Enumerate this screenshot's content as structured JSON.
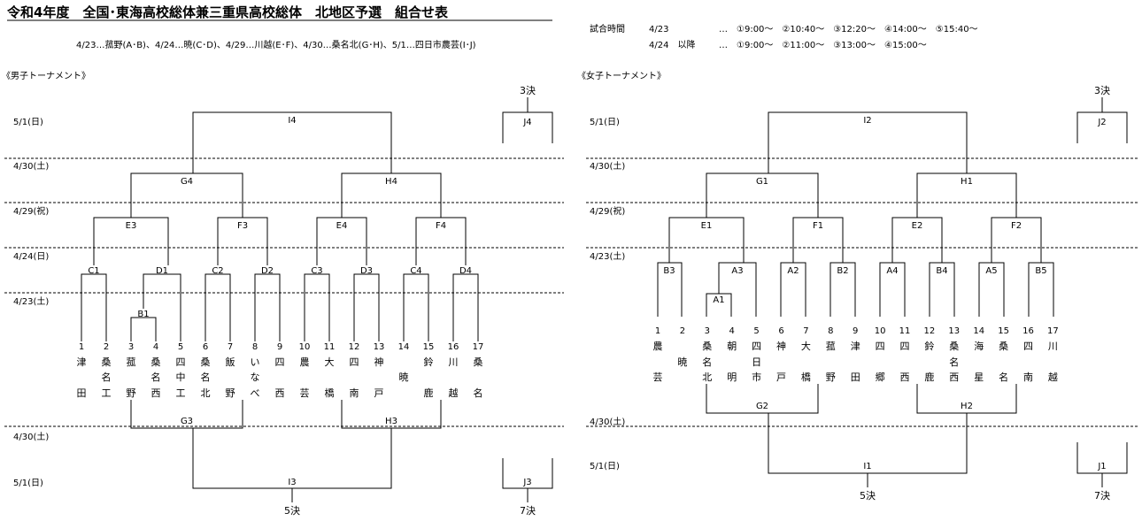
{
  "title": "令和4年度　全国･東海高校総体兼三重県高校総体　北地区予選　組合せ表",
  "schedule_line": "4/23…菰野(A･B)、4/24…暁(C･D)、4/29…川越(E･F)、4/30…桑名北(G･H)、5/1…四日市農芸(I･J)",
  "match_time": {
    "label": "試合時間",
    "rows": [
      {
        "date": "4/23",
        "times": "…　①9:00～　②10:40～　③12:20～　④14:00～　⑤15:40～"
      },
      {
        "date": "4/24　以降",
        "times": "…　①9:00～　②11:00～　③13:00～　④15:00～"
      }
    ]
  },
  "boys": {
    "heading": "《男子トーナメント》",
    "dates_top": [
      "5/1(日)",
      "4/30(土)",
      "4/29(祝)",
      "4/24(日)",
      "4/23(土)"
    ],
    "dates_bottom": [
      "4/30(土)",
      "5/1(日)"
    ],
    "entries": [
      {
        "no": "1",
        "name": [
          "津",
          "",
          "田"
        ]
      },
      {
        "no": "2",
        "name": [
          "桑",
          "名",
          "工"
        ]
      },
      {
        "no": "3",
        "name": [
          "菰",
          "",
          "野"
        ]
      },
      {
        "no": "4",
        "name": [
          "桑",
          "名",
          "西"
        ]
      },
      {
        "no": "5",
        "name": [
          "四",
          "中",
          "工"
        ]
      },
      {
        "no": "6",
        "name": [
          "桑",
          "名",
          "北"
        ]
      },
      {
        "no": "7",
        "name": [
          "飯",
          "",
          "野"
        ]
      },
      {
        "no": "8",
        "name": [
          "い",
          "な",
          "べ"
        ]
      },
      {
        "no": "9",
        "name": [
          "四",
          "",
          "西"
        ]
      },
      {
        "no": "10",
        "name": [
          "農",
          "",
          "芸"
        ]
      },
      {
        "no": "11",
        "name": [
          "大",
          "",
          "橋"
        ]
      },
      {
        "no": "12",
        "name": [
          "四",
          "",
          "南"
        ]
      },
      {
        "no": "13",
        "name": [
          "神",
          "",
          "戸"
        ]
      },
      {
        "no": "14",
        "name": [
          "",
          "暁",
          ""
        ]
      },
      {
        "no": "15",
        "name": [
          "鈴",
          "",
          "鹿"
        ]
      },
      {
        "no": "16",
        "name": [
          "川",
          "",
          "越"
        ]
      },
      {
        "no": "17",
        "name": [
          "桑",
          "",
          "名"
        ]
      }
    ],
    "matches": {
      "B1": "B1",
      "C1": "C1",
      "D1": "D1",
      "C2": "C2",
      "D2": "D2",
      "C3": "C3",
      "D3": "D3",
      "C4": "C4",
      "D4": "D4",
      "E3": "E3",
      "F3": "F3",
      "E4": "E4",
      "F4": "F4",
      "G4": "G4",
      "H4": "H4",
      "I4": "I4",
      "J4": "J4",
      "G3": "G3",
      "H3": "H3",
      "I3": "I3",
      "J3": "J3"
    },
    "places": {
      "third": "3決",
      "fifth": "5決",
      "seventh": "7決"
    }
  },
  "girls": {
    "heading": "《女子トーナメント》",
    "dates_top": [
      "5/1(日)",
      "4/30(土)",
      "4/29(祝)",
      "4/23(土)"
    ],
    "dates_bottom": [
      "4/30(土)",
      "5/1(日)"
    ],
    "entries": [
      {
        "no": "1",
        "name": [
          "農",
          "",
          "芸"
        ]
      },
      {
        "no": "2",
        "name": [
          "",
          "暁",
          ""
        ]
      },
      {
        "no": "3",
        "name": [
          "桑",
          "名",
          "北"
        ]
      },
      {
        "no": "4",
        "name": [
          "朝",
          "",
          "明"
        ]
      },
      {
        "no": "5",
        "name": [
          "四",
          "日",
          "市"
        ]
      },
      {
        "no": "6",
        "name": [
          "神",
          "",
          "戸"
        ]
      },
      {
        "no": "7",
        "name": [
          "大",
          "",
          "橋"
        ]
      },
      {
        "no": "8",
        "name": [
          "菰",
          "",
          "野"
        ]
      },
      {
        "no": "9",
        "name": [
          "津",
          "",
          "田"
        ]
      },
      {
        "no": "10",
        "name": [
          "四",
          "",
          "郷"
        ]
      },
      {
        "no": "11",
        "name": [
          "四",
          "",
          "西"
        ]
      },
      {
        "no": "12",
        "name": [
          "鈴",
          "",
          "鹿"
        ]
      },
      {
        "no": "13",
        "name": [
          "桑",
          "名",
          "西"
        ]
      },
      {
        "no": "14",
        "name": [
          "海",
          "",
          "星"
        ]
      },
      {
        "no": "15",
        "name": [
          "桑",
          "",
          "名"
        ]
      },
      {
        "no": "16",
        "name": [
          "四",
          "",
          "南"
        ]
      },
      {
        "no": "17",
        "name": [
          "川",
          "",
          "越"
        ]
      }
    ],
    "matches": {
      "A1": "A1",
      "B3": "B3",
      "A3": "A3",
      "A2": "A2",
      "B2": "B2",
      "A4": "A4",
      "B4": "B4",
      "A5": "A5",
      "B5": "B5",
      "E1": "E1",
      "F1": "F1",
      "E2": "E2",
      "F2": "F2",
      "G1": "G1",
      "H1": "H1",
      "I2": "I2",
      "J2": "J2",
      "G2": "G2",
      "H2": "H2",
      "I1": "I1",
      "J1": "J1"
    },
    "places": {
      "third": "3決",
      "fifth": "5決",
      "seventh": "7決"
    }
  }
}
